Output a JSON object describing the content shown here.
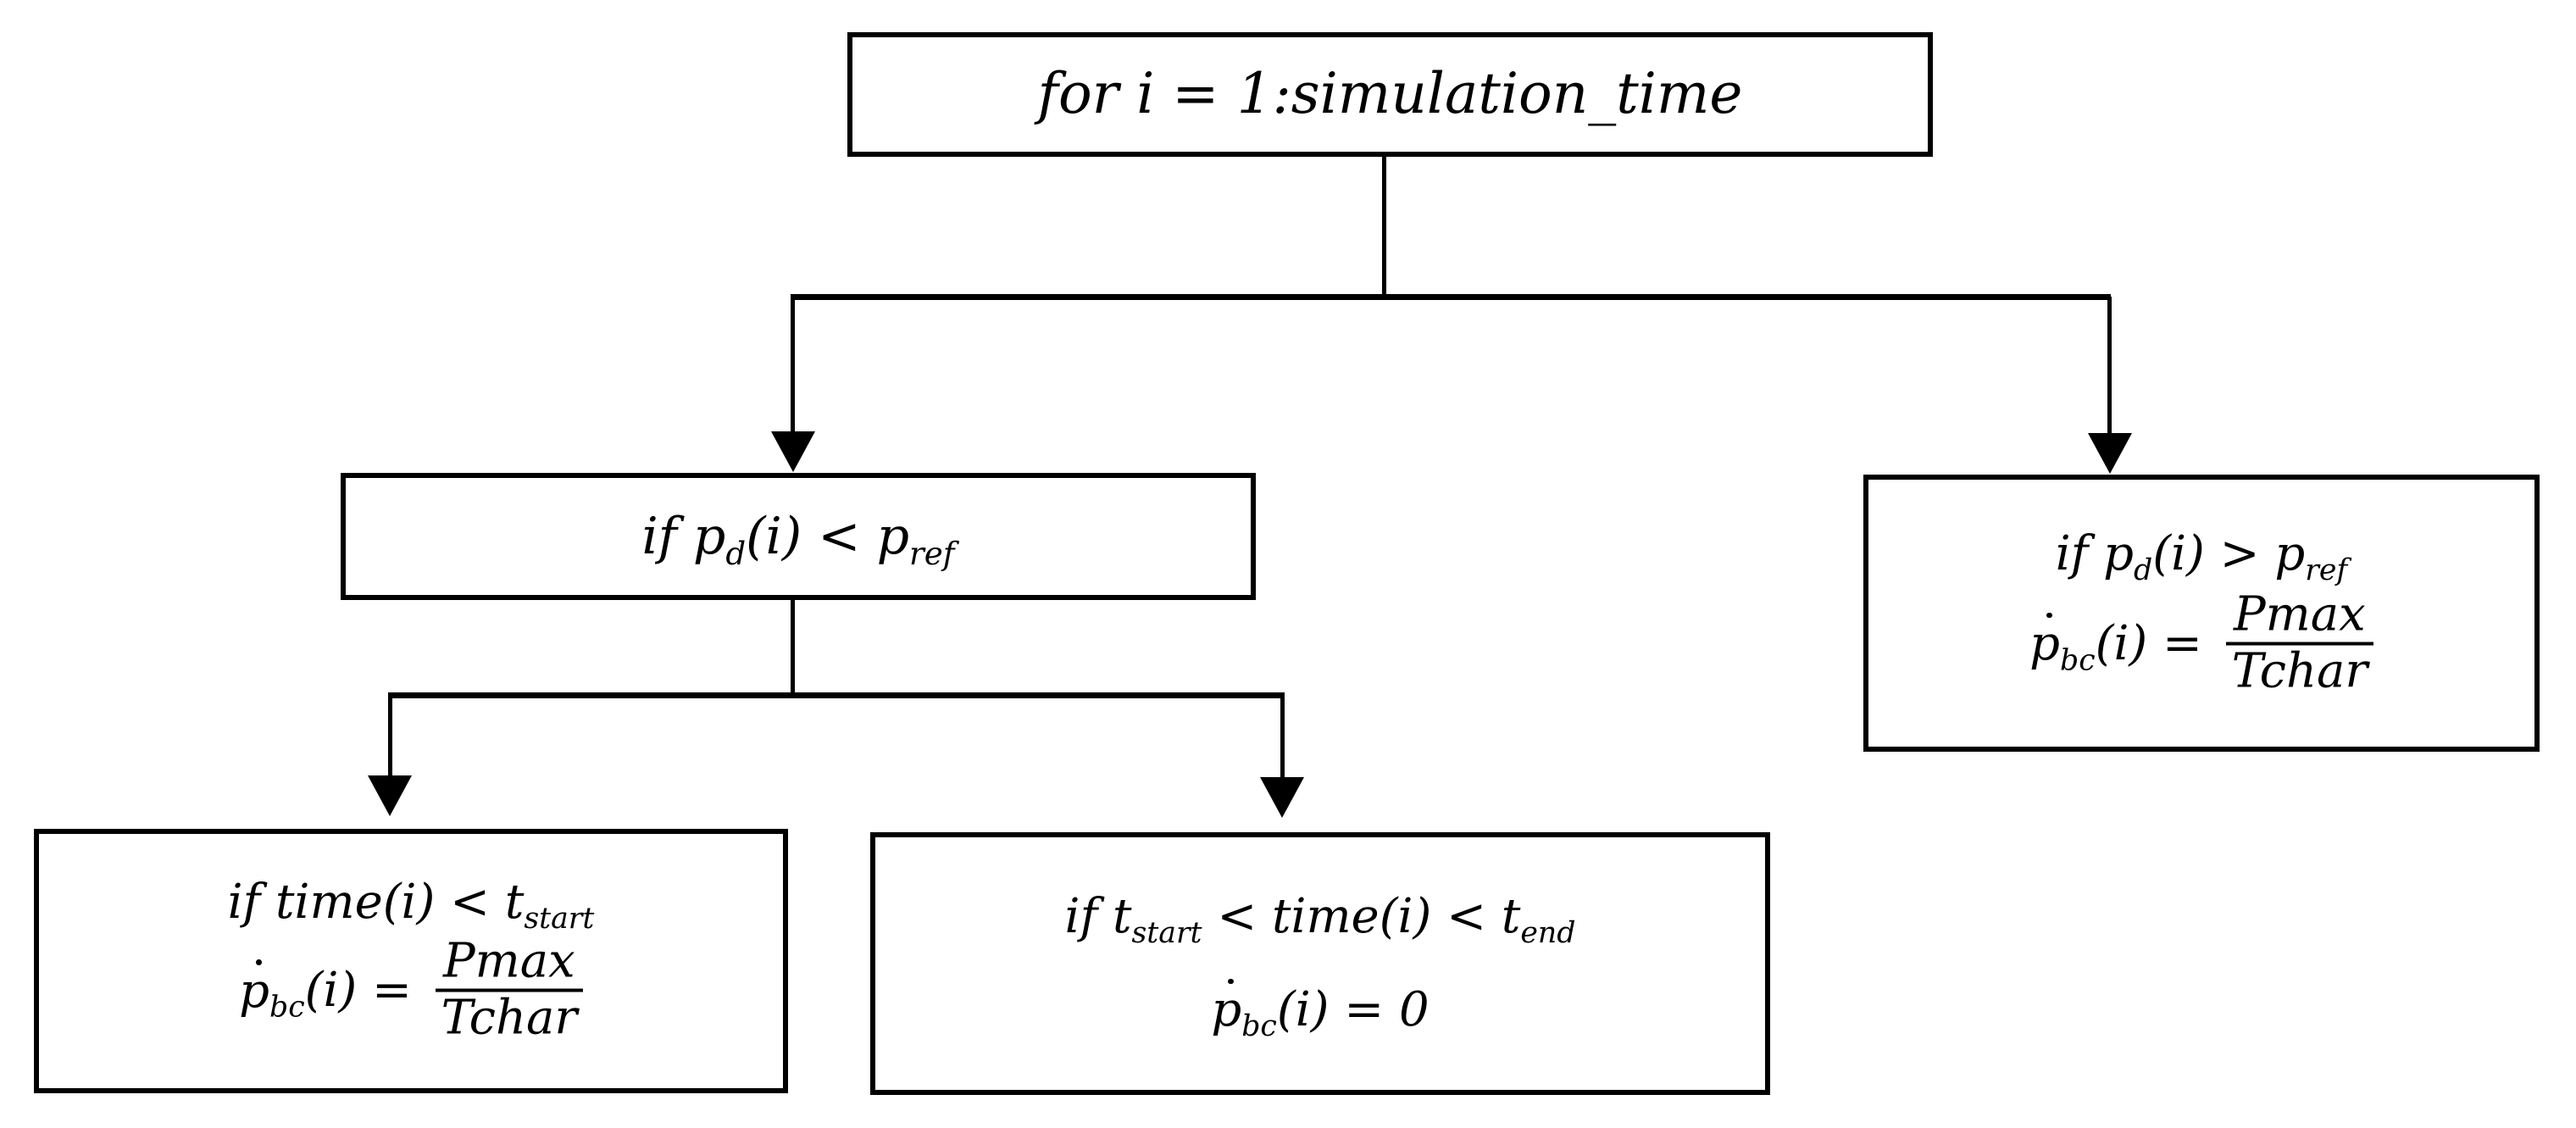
{
  "diagram": {
    "title": "battery-control simulation loop flowchart",
    "colors": {
      "background": "#ffffff",
      "box_border": "#000000",
      "text": "#000000",
      "connector": "#000000"
    },
    "nodes": {
      "root": {
        "id": "root",
        "math": "for i = 1:simulation_time"
      },
      "pd_lt": {
        "id": "pd_lt",
        "math": "if p_{d}(i) < p_{ref}"
      },
      "pd_gt": {
        "id": "pd_gt",
        "line1": "if p_{d}(i) > p_{ref}",
        "line2": "\\dot{p}_{bc}(i) = \\frac{Pmax}{Tchar}"
      },
      "time_lt": {
        "id": "time_lt",
        "line1": "if time(i) < t_{start}",
        "line2": "\\dot{p}_{bc}(i) = \\frac{Pmax}{Tchar}"
      },
      "time_between": {
        "id": "time_between",
        "line1": "if t_{start} < time(i) < t_{end}",
        "line2": "\\dot{p}_{bc}(i) = 0"
      }
    },
    "edges": [
      {
        "from": "root",
        "to": "pd_lt"
      },
      {
        "from": "root",
        "to": "pd_gt"
      },
      {
        "from": "pd_lt",
        "to": "time_lt"
      },
      {
        "from": "pd_lt",
        "to": "time_between"
      }
    ]
  }
}
